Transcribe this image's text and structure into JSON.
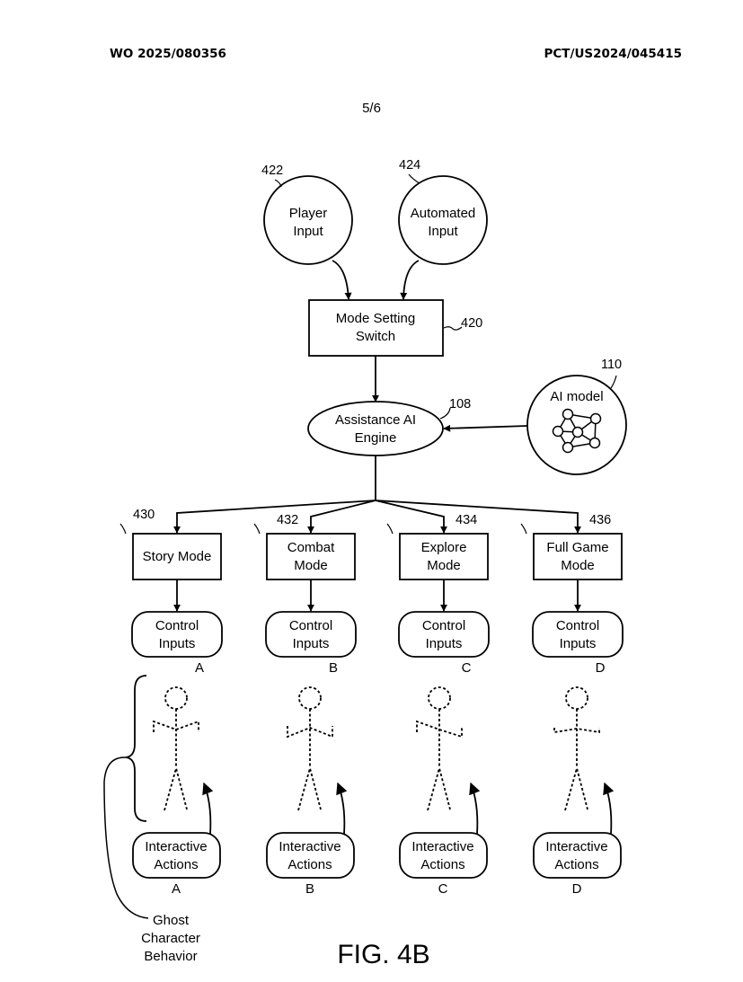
{
  "header": {
    "publication_number": "WO 2025/080356",
    "application_number": "PCT/US2024/045415",
    "sheet": "5/6"
  },
  "figure": {
    "caption": "FIG. 4B",
    "inputs": [
      {
        "ref": "422",
        "line1": "Player",
        "line2": "Input"
      },
      {
        "ref": "424",
        "line1": "Automated",
        "line2": "Input"
      }
    ],
    "switch": {
      "ref": "420",
      "line1": "Mode Setting",
      "line2": "Switch"
    },
    "engine": {
      "ref": "108",
      "line1": "Assistance AI",
      "line2": "Engine"
    },
    "ai_model": {
      "ref": "110",
      "label": "AI model",
      "icon": "neural-network-icon"
    },
    "modes": [
      {
        "ref": "430",
        "line1": "Story Mode",
        "line2": "",
        "control_line1": "Control",
        "control_line2": "Inputs",
        "control_letter": "A",
        "action_line1": "Interactive",
        "action_line2": "Actions",
        "action_letter": "A",
        "pose": "arms-down-out"
      },
      {
        "ref": "432",
        "line1": "Combat",
        "line2": "Mode",
        "control_line1": "Control",
        "control_line2": "Inputs",
        "control_letter": "B",
        "action_line1": "Interactive",
        "action_line2": "Actions",
        "action_letter": "B",
        "pose": "arms-up"
      },
      {
        "ref": "434",
        "line1": "Explore",
        "line2": "Mode",
        "control_line1": "Control",
        "control_line2": "Inputs",
        "control_letter": "C",
        "action_line1": "Interactive",
        "action_line2": "Actions",
        "action_letter": "C",
        "pose": "arms-diagonal"
      },
      {
        "ref": "436",
        "line1": "Full Game",
        "line2": "Mode",
        "control_line1": "Control",
        "control_line2": "Inputs",
        "control_letter": "D",
        "action_line1": "Interactive",
        "action_line2": "Actions",
        "action_letter": "D",
        "pose": "arms-level"
      }
    ],
    "ghost_label": {
      "line1": "Ghost",
      "line2": "Character",
      "line3": "Behavior"
    }
  }
}
